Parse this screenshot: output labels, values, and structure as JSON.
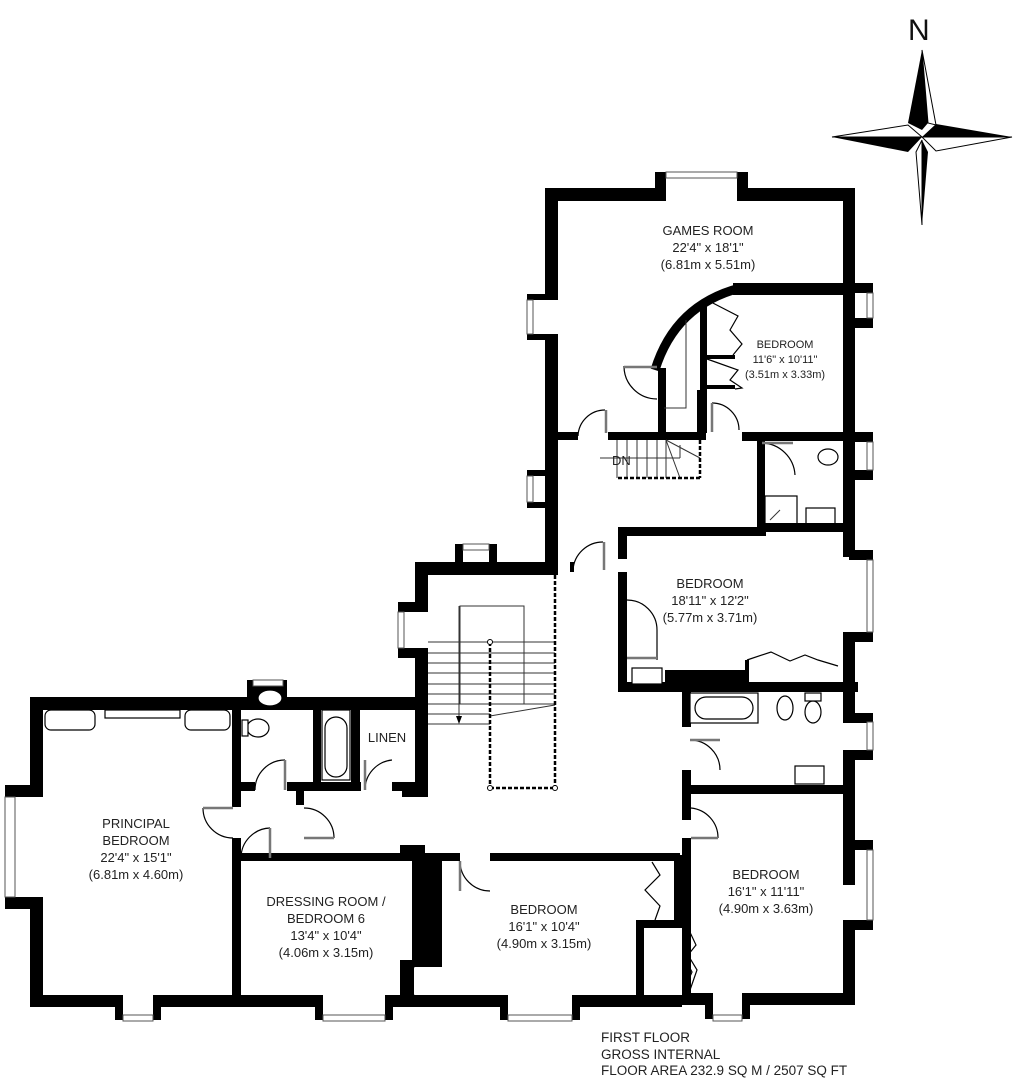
{
  "plan": {
    "floor_name": "FIRST FLOOR",
    "area_label_1": "GROSS INTERNAL",
    "area_label_2": "FLOOR AREA 232.9 SQ M / 2507 SQ FT",
    "compass_label": "N",
    "stairs_label": "DN",
    "linen_label": "LINEN"
  },
  "rooms": {
    "games_room": {
      "name": "GAMES ROOM",
      "imperial": "22'4\" x 18'1\"",
      "metric": "(6.81m x 5.51m)"
    },
    "bedroom_ne": {
      "name": "BEDROOM",
      "imperial": "11'6\" x 10'11\"",
      "metric": "(3.51m x 3.33m)"
    },
    "bedroom_east": {
      "name": "BEDROOM",
      "imperial": "18'11\" x 12'2\"",
      "metric": "(5.77m x 3.71m)"
    },
    "principal_bedroom": {
      "name_1": "PRINCIPAL",
      "name_2": "BEDROOM",
      "imperial": "22'4\" x 15'1\"",
      "metric": "(6.81m x 4.60m)"
    },
    "dressing_room": {
      "name_1": "DRESSING ROOM /",
      "name_2": "BEDROOM 6",
      "imperial": "13'4\" x 10'4\"",
      "metric": "(4.06m x 3.15m)"
    },
    "bedroom_south": {
      "name": "BEDROOM",
      "imperial": "16'1\" x 10'4\"",
      "metric": "(4.90m x 3.15m)"
    },
    "bedroom_se": {
      "name": "BEDROOM",
      "imperial": "16'1\" x 11'11\"",
      "metric": "(4.90m x 3.63m)"
    }
  }
}
